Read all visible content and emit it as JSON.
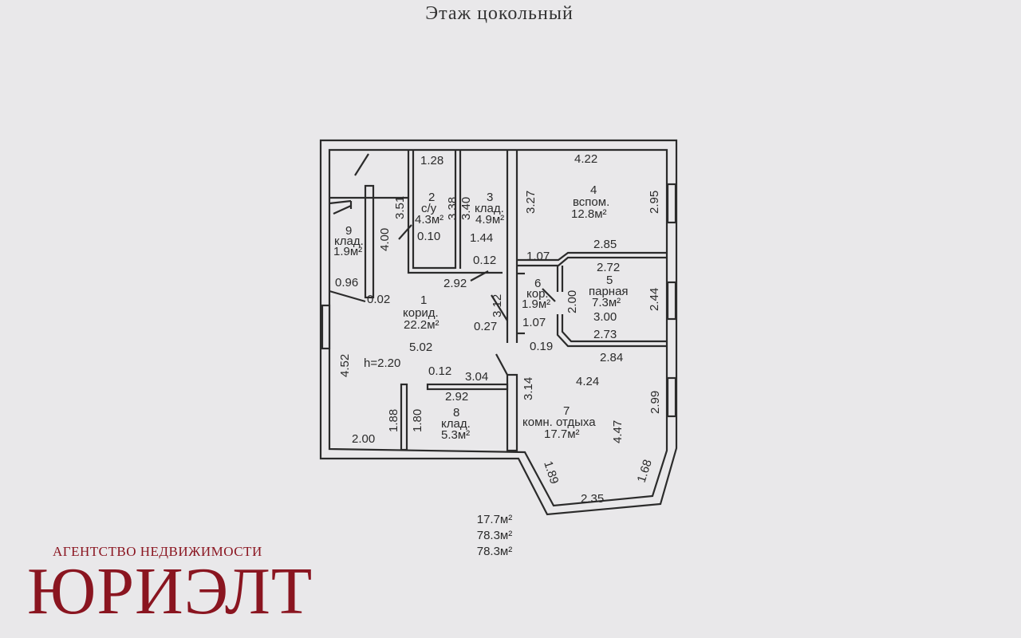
{
  "title": "Этаж цокольный",
  "areas": [
    "17.7м²",
    "78.3м²",
    "78.3м²"
  ],
  "agency": {
    "caption": "АГЕНТСТВО НЕДВИЖИМОСТИ",
    "name": "ЮРИЭЛТ"
  },
  "rooms": {
    "r2": {
      "num": "2",
      "name": "с/у",
      "area": "4.3м²"
    },
    "r3": {
      "num": "3",
      "name": "клад.",
      "area": "4.9м²"
    },
    "r4": {
      "num": "4",
      "name": "вспом.",
      "area": "12.8м²"
    },
    "r5": {
      "num": "5",
      "name": "парная",
      "area": "7.3м²"
    },
    "r6": {
      "num": "6",
      "name": "кор.",
      "area": "1.9м²"
    },
    "r7": {
      "num": "7",
      "name": "комн. отдыха",
      "area": "17.7м²"
    },
    "r8": {
      "num": "8",
      "name": "клад.",
      "area": "5.3м²"
    },
    "r9": {
      "num": "9",
      "name": "клад.",
      "area": "1.9м²"
    },
    "corridor": {
      "num": "1",
      "name": "корид.",
      "area": "22.2м²",
      "height": "h=2.20"
    }
  },
  "dims": {
    "d128": "1.28",
    "d351": "3.51",
    "d338": "3.38",
    "d340": "3.40",
    "d327": "3.27",
    "d422": "4.22",
    "d295": "2.95",
    "d400": "4.00",
    "d010": "0.10",
    "d144": "1.44",
    "d012a": "0.12",
    "d107a": "1.07",
    "d285": "2.85",
    "d272": "2.72",
    "d096": "0.96",
    "d292a": "2.92",
    "d002": "0.02",
    "d312": "3.12",
    "d200a": "2.00",
    "d244": "2.44",
    "d300": "3.00",
    "d027": "0.27",
    "d107b": "1.07",
    "d273": "2.73",
    "d019": "0.19",
    "d284": "2.84",
    "d502": "5.02",
    "d452": "4.52",
    "d012b": "0.12",
    "d304": "3.04",
    "d424": "4.24",
    "d314": "3.14",
    "d299": "2.99",
    "d292b": "2.92",
    "d188": "1.88",
    "d180": "1.80",
    "d447": "4.47",
    "d200b": "2.00",
    "d189": "1.89",
    "d168": "1.68",
    "d235": "2.35"
  }
}
